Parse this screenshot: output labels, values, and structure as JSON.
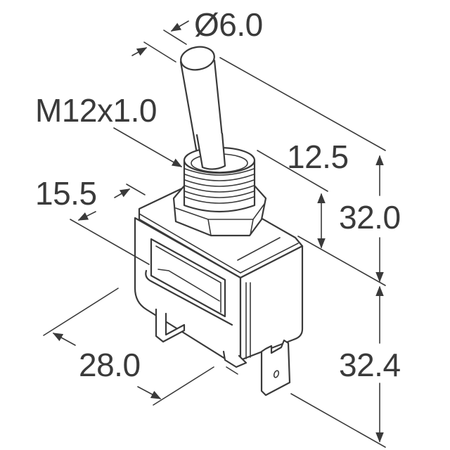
{
  "drawing": {
    "subject": "toggle switch dimensional drawing",
    "line_color": "#3a3a3a",
    "background": "#ffffff",
    "dimensions": {
      "lever_diameter": "Ø6.0",
      "thread": "M12x1.0",
      "body_depth": "15.5",
      "bushing_height": "12.5",
      "overall_upper_height": "32.0",
      "body_width": "28.0",
      "lower_height": "32.4"
    }
  }
}
